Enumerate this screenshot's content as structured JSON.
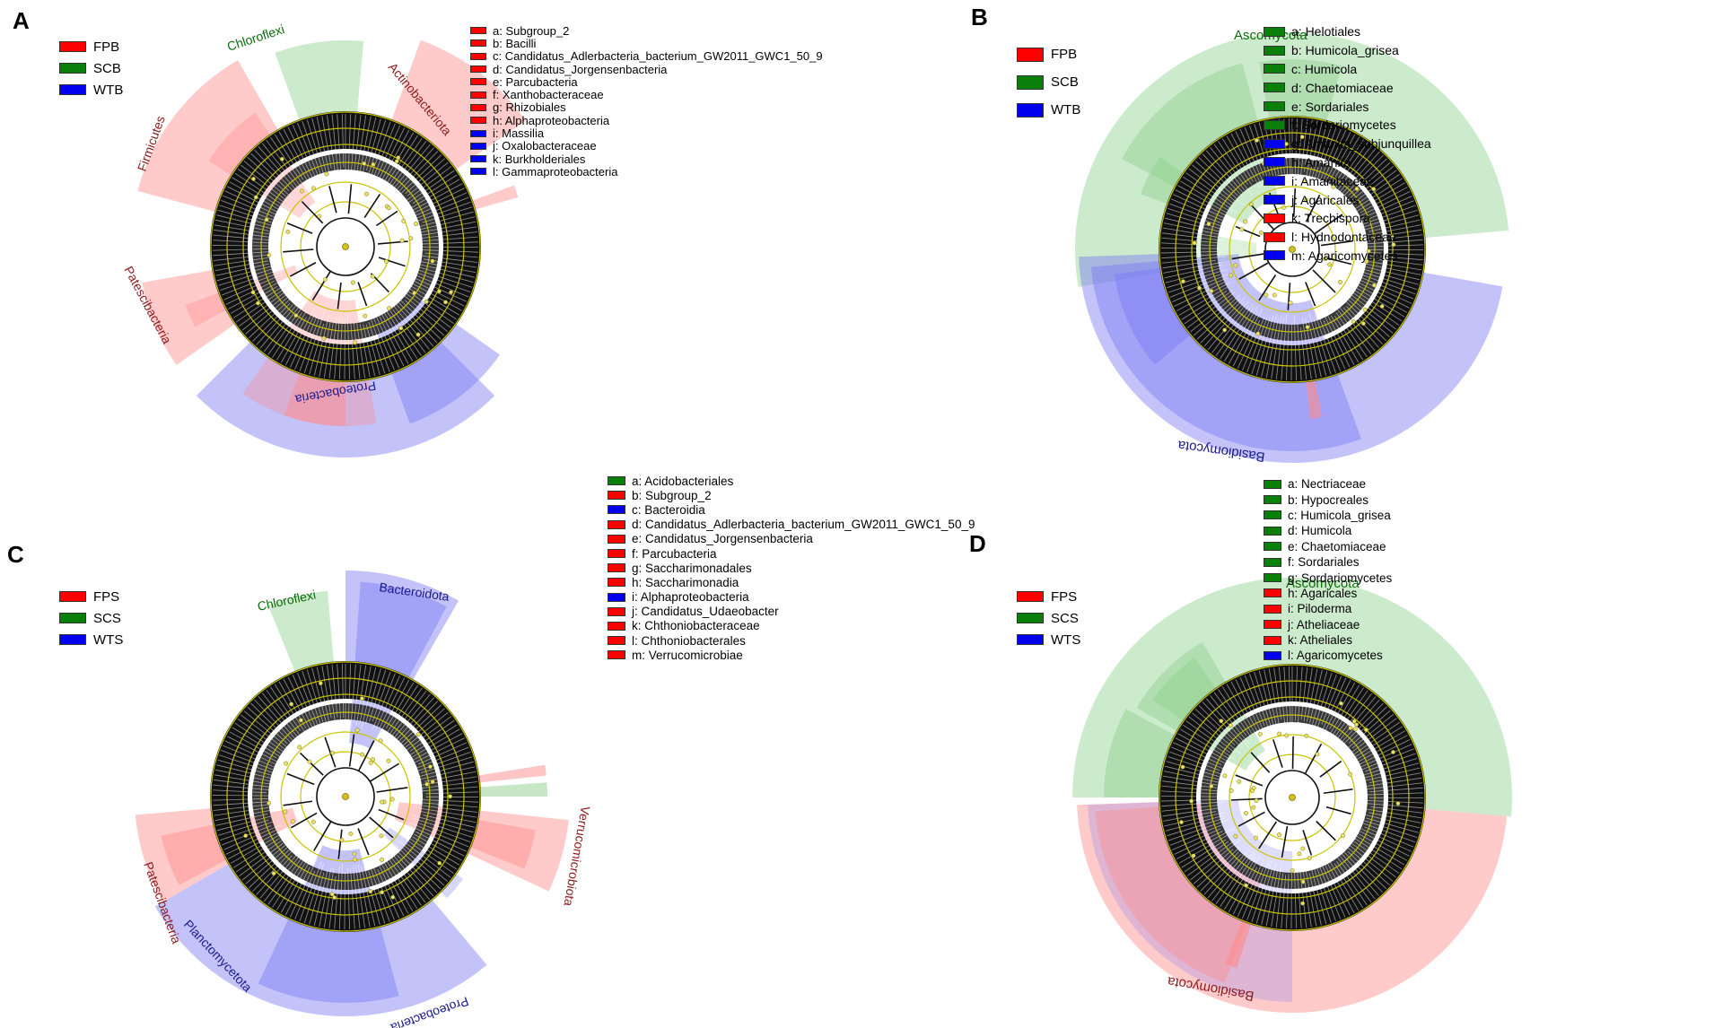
{
  "colors": {
    "red": "#ff0000",
    "green": "#0a800a",
    "blue": "#0000ee"
  },
  "panels": [
    {
      "letter": "A",
      "groups": [
        {
          "label": "FPB",
          "color": "#ff0000"
        },
        {
          "label": "SCB",
          "color": "#0a800a"
        },
        {
          "label": "WTB",
          "color": "#0000ee"
        }
      ],
      "taxa": [
        {
          "text": "a: Subgroup_2",
          "color": "#ff0000"
        },
        {
          "text": "b: Bacilli",
          "color": "#ff0000"
        },
        {
          "text": "c: Candidatus_Adlerbacteria_bacterium_GW2011_GWC1_50_9",
          "color": "#ff0000"
        },
        {
          "text": "d: Candidatus_Jorgensenbacteria",
          "color": "#ff0000"
        },
        {
          "text": "e: Parcubacteria",
          "color": "#ff0000"
        },
        {
          "text": "f: Xanthobacteraceae",
          "color": "#ff0000"
        },
        {
          "text": "g: Rhizobiales",
          "color": "#ff0000"
        },
        {
          "text": "h: Alphaproteobacteria",
          "color": "#ff0000"
        },
        {
          "text": "i: Massilia",
          "color": "#0000ee"
        },
        {
          "text": "j: Oxalobacteraceae",
          "color": "#0000ee"
        },
        {
          "text": "k: Burkholderiales",
          "color": "#0000ee"
        },
        {
          "text": "l: Gammaproteobacteria",
          "color": "#0000ee"
        }
      ],
      "phyla": [
        {
          "text": "Chloroflexi",
          "color": "green"
        },
        {
          "text": "Actinobacteriota",
          "color": "red"
        },
        {
          "text": "Firmicutes",
          "color": "red"
        },
        {
          "text": "Patescibacteria",
          "color": "red"
        },
        {
          "text": "Proteobacteria",
          "color": "blue"
        }
      ]
    },
    {
      "letter": "B",
      "groups": [
        {
          "label": "FPB",
          "color": "#ff0000"
        },
        {
          "label": "SCB",
          "color": "#0a800a"
        },
        {
          "label": "WTB",
          "color": "#0000ee"
        }
      ],
      "taxa": [
        {
          "text": "a: Helotiales",
          "color": "#0a800a"
        },
        {
          "text": "b: Humicola_grisea",
          "color": "#0a800a"
        },
        {
          "text": "c: Humicola",
          "color": "#0a800a"
        },
        {
          "text": "d: Chaetomiaceae",
          "color": "#0a800a"
        },
        {
          "text": "e: Sordariales",
          "color": "#0a800a"
        },
        {
          "text": "f: Sordariomycetes",
          "color": "#0a800a"
        },
        {
          "text": "g: Amanita_subjunquillea",
          "color": "#0000ee"
        },
        {
          "text": "h: Amanita",
          "color": "#0000ee"
        },
        {
          "text": "i: Amanitaceae",
          "color": "#0000ee"
        },
        {
          "text": "j: Agaricales",
          "color": "#0000ee"
        },
        {
          "text": "k: Trechispora",
          "color": "#ff0000"
        },
        {
          "text": "l: Hydnodontaceae",
          "color": "#ff0000"
        },
        {
          "text": "m: Agaricomycetes",
          "color": "#0000ee"
        }
      ],
      "phyla": [
        {
          "text": "Ascomycota",
          "color": "green"
        },
        {
          "text": "Basidiomycota",
          "color": "blue"
        }
      ]
    },
    {
      "letter": "C",
      "groups": [
        {
          "label": "FPS",
          "color": "#ff0000"
        },
        {
          "label": "SCS",
          "color": "#0a800a"
        },
        {
          "label": "WTS",
          "color": "#0000ee"
        }
      ],
      "taxa": [
        {
          "text": "a: Acidobacteriales",
          "color": "#0a800a"
        },
        {
          "text": "b: Subgroup_2",
          "color": "#ff0000"
        },
        {
          "text": "c: Bacteroidia",
          "color": "#0000ee"
        },
        {
          "text": "d: Candidatus_Adlerbacteria_bacterium_GW2011_GWC1_50_9",
          "color": "#ff0000"
        },
        {
          "text": "e: Candidatus_Jorgensenbacteria",
          "color": "#ff0000"
        },
        {
          "text": "f: Parcubacteria",
          "color": "#ff0000"
        },
        {
          "text": "g: Saccharimonadales",
          "color": "#ff0000"
        },
        {
          "text": "h: Saccharimonadia",
          "color": "#ff0000"
        },
        {
          "text": "i: Alphaproteobacteria",
          "color": "#0000ee"
        },
        {
          "text": "j: Candidatus_Udaeobacter",
          "color": "#ff0000"
        },
        {
          "text": "k: Chthoniobacteraceae",
          "color": "#ff0000"
        },
        {
          "text": "l: Chthoniobacterales",
          "color": "#ff0000"
        },
        {
          "text": "m: Verrucomicrobiae",
          "color": "#ff0000"
        }
      ],
      "phyla": [
        {
          "text": "Chloroflexi",
          "color": "green"
        },
        {
          "text": "Bacteroidota",
          "color": "blue"
        },
        {
          "text": "Verrucomicrobiota",
          "color": "red"
        },
        {
          "text": "Patescibacteria",
          "color": "red"
        },
        {
          "text": "Planctomycetota",
          "color": "blue"
        },
        {
          "text": "Proteobacteria",
          "color": "blue"
        }
      ]
    },
    {
      "letter": "D",
      "groups": [
        {
          "label": "FPS",
          "color": "#ff0000"
        },
        {
          "label": "SCS",
          "color": "#0a800a"
        },
        {
          "label": "WTS",
          "color": "#0000ee"
        }
      ],
      "taxa": [
        {
          "text": "a: Nectriaceae",
          "color": "#0a800a"
        },
        {
          "text": "b: Hypocreales",
          "color": "#0a800a"
        },
        {
          "text": "c: Humicola_grisea",
          "color": "#0a800a"
        },
        {
          "text": "d: Humicola",
          "color": "#0a800a"
        },
        {
          "text": "e: Chaetomiaceae",
          "color": "#0a800a"
        },
        {
          "text": "f: Sordariales",
          "color": "#0a800a"
        },
        {
          "text": "g: Sordariomycetes",
          "color": "#0a800a"
        },
        {
          "text": "h: Agaricales",
          "color": "#ff0000"
        },
        {
          "text": "i: Piloderma",
          "color": "#ff0000"
        },
        {
          "text": "j: Atheliaceae",
          "color": "#ff0000"
        },
        {
          "text": "k: Atheliales",
          "color": "#ff0000"
        },
        {
          "text": "l: Agaricomycetes",
          "color": "#0000ee"
        }
      ],
      "phyla": [
        {
          "text": "Ascomycota",
          "color": "green"
        },
        {
          "text": "Basidiomycota",
          "color": "red"
        }
      ]
    }
  ]
}
